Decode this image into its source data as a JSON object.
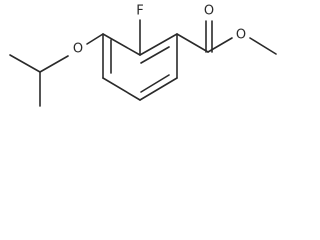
{
  "molecule": {
    "atoms": {
      "fluorine": "F",
      "ether_oxygen": "O",
      "carbonyl_oxygen": "O",
      "ester_oxygen": "O"
    },
    "colors": {
      "line": "#2a2a2a",
      "background": "#ffffff"
    }
  }
}
